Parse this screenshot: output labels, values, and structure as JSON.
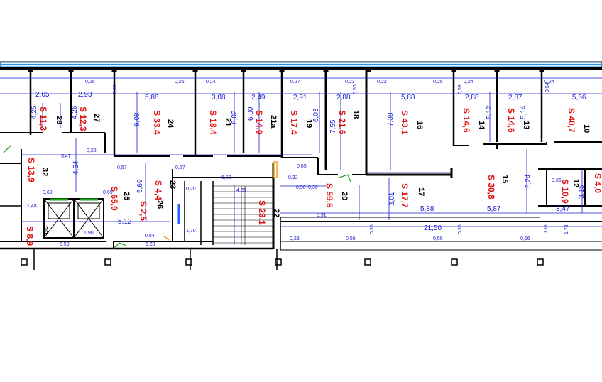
{
  "rooms": [
    {
      "num": "28",
      "area": "S 11,3"
    },
    {
      "num": "27",
      "area": "S 12,3"
    },
    {
      "num": "24",
      "area": "S 33,4"
    },
    {
      "num": "21",
      "area": "S 18,4"
    },
    {
      "num": "21a",
      "area": "S 14,9"
    },
    {
      "num": "19",
      "area": "S 17,4"
    },
    {
      "num": "18",
      "area": "S 21,6"
    },
    {
      "num": "16",
      "area": "S 43,1"
    },
    {
      "num": "14",
      "area": "S 14,6"
    },
    {
      "num": "13",
      "area": "S 14,6"
    },
    {
      "num": "10",
      "area": "S 40,7"
    },
    {
      "num": "32",
      "area": "S 13,9"
    },
    {
      "num": "25",
      "area": "S 65,9"
    },
    {
      "num": "23",
      "area": "S 4,4"
    },
    {
      "num": "26",
      "area": "S 2,5"
    },
    {
      "num": "29",
      "area": "S 8,9"
    },
    {
      "num": "22",
      "area": "S 23,1"
    },
    {
      "num": "20",
      "area": "S 59,6"
    },
    {
      "num": "17",
      "area": "S 17,7"
    },
    {
      "num": "15",
      "area": "S 30,8"
    },
    {
      "num": "12",
      "area": "S 10,9"
    },
    {
      "num": "",
      "area": "S 4,0"
    }
  ],
  "dims_top": [
    "2,65",
    "2,93",
    "5,88",
    "3,08",
    "2,49",
    "2,91",
    "2,88",
    "5,88",
    "2,88",
    "2,87",
    "5,66"
  ],
  "dims_window": [
    "0,25",
    "0,25",
    "0,24",
    "0,27",
    "0,23",
    "0,22",
    "0,25",
    "0,24",
    "0,24"
  ],
  "dims_vertical": [
    "4,25",
    "4,26",
    "6,08",
    "6,02",
    "6,00",
    "6,03",
    "7,55",
    "7,38",
    "5,12",
    "5,14",
    "4,54",
    "5,69",
    "3,01",
    "5,24",
    "3,15"
  ],
  "dims_inner": [
    "0,57",
    "0,57",
    "0,22",
    "0,85",
    "0,32",
    "0,30",
    "0,69",
    "0,69",
    "0,36",
    "0,60",
    "0,59",
    "0,54",
    "0,50",
    "0,20"
  ],
  "dims_lower": [
    "5,47",
    "6,80",
    "4,89",
    "5,12",
    "5,91",
    "5,88",
    "5,87",
    "3,47",
    "21,50",
    "1,90",
    "5,50",
    "5,63",
    "1,70",
    "0,23",
    "0,56",
    "0,56",
    "0,56",
    "0,36",
    "0,36",
    "0,38",
    "1,48",
    "1,78",
    "0,84",
    "0,90"
  ]
}
